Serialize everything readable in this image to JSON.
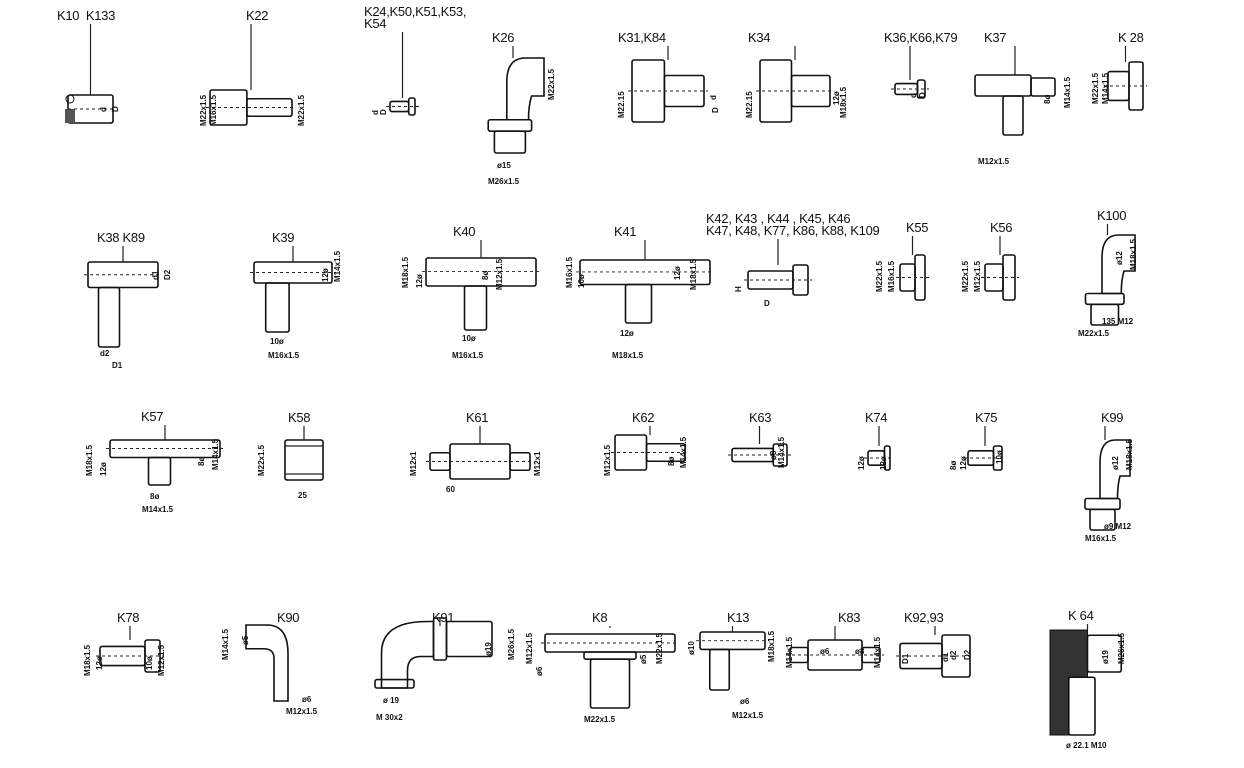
{
  "title": "Fittings overview drawing",
  "parts": [
    {
      "label": "K10  K133",
      "dims": [
        "d",
        "D"
      ]
    },
    {
      "label": "K22",
      "dims": [
        "M22x1.5",
        "M16x1.5",
        "M22x1.5"
      ]
    },
    {
      "label": "K24,K50,K51,K53,\nK54",
      "dims": [
        "d",
        "D"
      ]
    },
    {
      "label": "K26",
      "dims": [
        "M22x1.5",
        "ø15",
        "M26x1.5"
      ]
    },
    {
      "label": "K31,K84",
      "dims": [
        "M22.15",
        "d",
        "D"
      ]
    },
    {
      "label": "K34",
      "dims": [
        "M22.15",
        "12ø",
        "M18x1.5"
      ]
    },
    {
      "label": "K36,K66,K79",
      "dims": [
        "d",
        "D"
      ]
    },
    {
      "label": "K37",
      "dims": [
        "8ø",
        "M14x1.5",
        "M12x1.5"
      ]
    },
    {
      "label": "K 28",
      "dims": [
        "M22x1.5",
        "M14x1.5"
      ]
    },
    {
      "label": "K38 K89",
      "dims": [
        "d1",
        "D2",
        "d2",
        "D1"
      ]
    },
    {
      "label": "K39",
      "dims": [
        "12ø",
        "M14x1.5",
        "10ø",
        "M16x1.5"
      ]
    },
    {
      "label": "K40",
      "dims": [
        "M18x1.5",
        "12ø",
        "8ø",
        "M12x1.5",
        "10ø",
        "M16x1.5"
      ]
    },
    {
      "label": "K41",
      "dims": [
        "M16x1.5",
        "10ø",
        "12ø",
        "M18x1.5",
        "12ø",
        "M18x1.5"
      ]
    },
    {
      "label": "K42, K43 , K44 , K45, K46\nK47, K48, K77, K86, K88, K109",
      "dims": [
        "H",
        "D"
      ]
    },
    {
      "label": "K55",
      "dims": [
        "M22x1.5",
        "M16x1.5"
      ]
    },
    {
      "label": "K56",
      "dims": [
        "M22x1.5",
        "M12x1.5"
      ]
    },
    {
      "label": "K100",
      "dims": [
        "ø12",
        "M18x1.5",
        "135 M12",
        "M22x1.5"
      ]
    },
    {
      "label": "K57",
      "dims": [
        "M18x1.5",
        "12ø",
        "8ø",
        "M14x1.5",
        "8ø",
        "M14x1.5"
      ]
    },
    {
      "label": "K58",
      "dims": [
        "M22x1.5",
        "25"
      ]
    },
    {
      "label": "K61",
      "dims": [
        "M12x1",
        "60",
        "M12x1"
      ]
    },
    {
      "label": "K62",
      "dims": [
        "M12x1.5",
        "8ø",
        "M14x1.5"
      ]
    },
    {
      "label": "K63",
      "dims": [
        "ø8",
        "M14x1.5"
      ]
    },
    {
      "label": "K74",
      "dims": [
        "12ø",
        "12ø"
      ]
    },
    {
      "label": "K75",
      "dims": [
        "8ø",
        "12ø",
        "10ø"
      ]
    },
    {
      "label": "K99",
      "dims": [
        "ø12",
        "M18x1.5",
        "ø9 M12",
        "M16x1.5"
      ]
    },
    {
      "label": "K78",
      "dims": [
        "M18x1.5",
        "12ø",
        "10ø",
        "M12x1.5"
      ]
    },
    {
      "label": "K90",
      "dims": [
        "M14x1.5",
        "ø5",
        "ø6",
        "M12x1.5"
      ]
    },
    {
      "label": "K91",
      "dims": [
        "ø19",
        "M26x1.5",
        "ø 19",
        "M 30x2"
      ]
    },
    {
      "label": "K8",
      "dims": [
        "M12x1.5",
        "ø6",
        "ø5",
        "M22x1.5",
        "M22x1.5"
      ]
    },
    {
      "label": "K13",
      "dims": [
        "ø10",
        "M18x1.5",
        "ø6",
        "M12x1.5"
      ]
    },
    {
      "label": "K83",
      "dims": [
        "M14x1.5",
        "ø6",
        "ø8",
        "M14x1.5"
      ]
    },
    {
      "label": "K92,93",
      "dims": [
        "D1",
        "d1",
        "d2",
        "D2"
      ]
    },
    {
      "label": "K 64",
      "dims": [
        "ø19",
        "M26x1.5",
        "ø 22.1 M10"
      ]
    }
  ]
}
